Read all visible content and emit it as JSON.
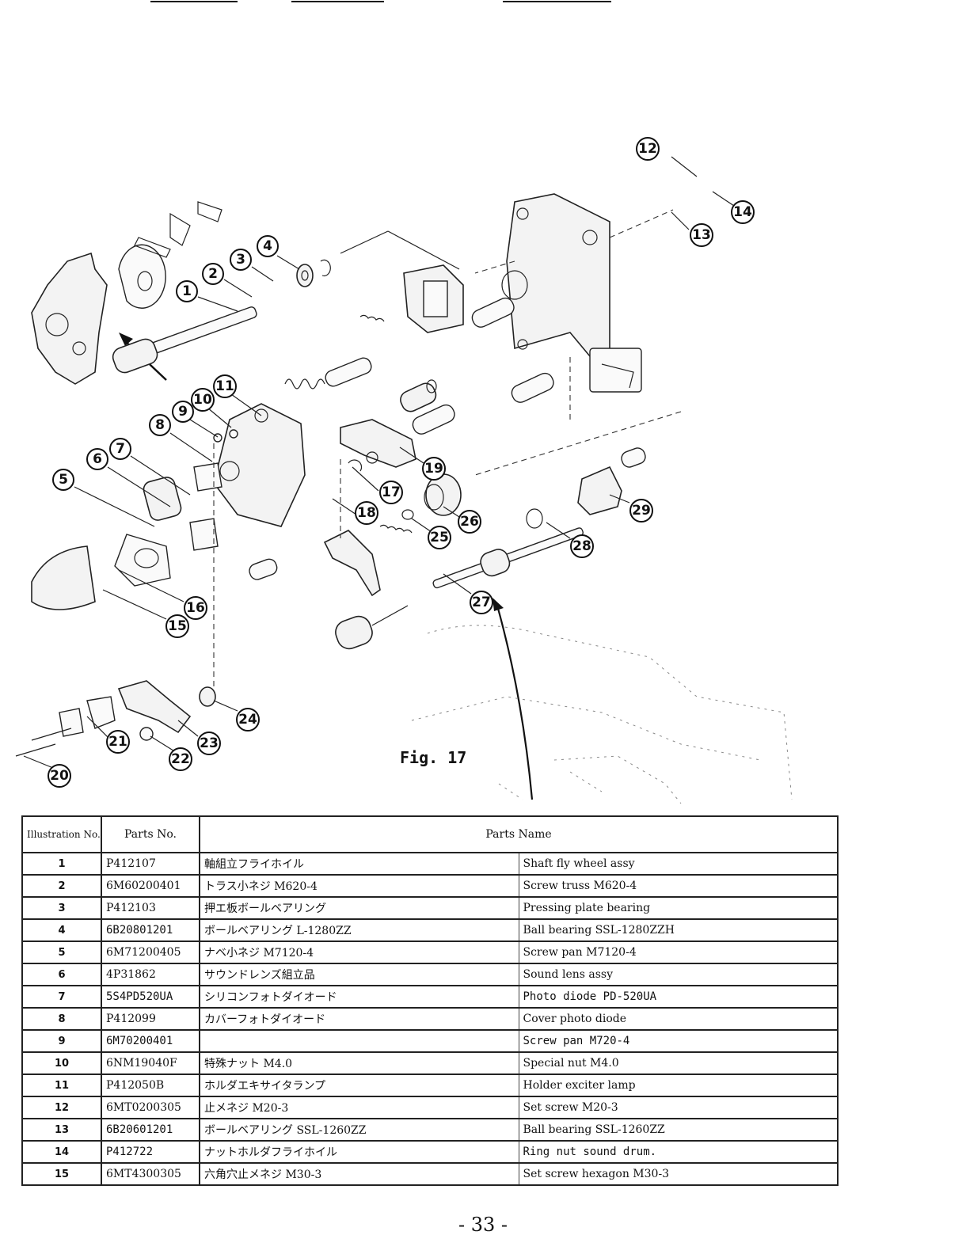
{
  "figure": {
    "caption": "Fig. 17",
    "callouts": [
      {
        "n": "1"
      },
      {
        "n": "2"
      },
      {
        "n": "3"
      },
      {
        "n": "4"
      },
      {
        "n": "5"
      },
      {
        "n": "6"
      },
      {
        "n": "7"
      },
      {
        "n": "8"
      },
      {
        "n": "9"
      },
      {
        "n": "10"
      },
      {
        "n": "11"
      },
      {
        "n": "12"
      },
      {
        "n": "13"
      },
      {
        "n": "14"
      },
      {
        "n": "15"
      },
      {
        "n": "16"
      },
      {
        "n": "17"
      },
      {
        "n": "18"
      },
      {
        "n": "19"
      },
      {
        "n": "20"
      },
      {
        "n": "21"
      },
      {
        "n": "22"
      },
      {
        "n": "23"
      },
      {
        "n": "24"
      },
      {
        "n": "25"
      },
      {
        "n": "26"
      },
      {
        "n": "27"
      },
      {
        "n": "28"
      },
      {
        "n": "29"
      }
    ]
  },
  "table": {
    "headers": {
      "illustration_no": "Illustration No.",
      "parts_no": "Parts No.",
      "parts_name": "Parts Name"
    },
    "rows": [
      {
        "ill": "1",
        "part_no": "P412107",
        "name_ja": "軸組立フライホイル",
        "name_en": "Shaft fly wheel assy"
      },
      {
        "ill": "2",
        "part_no": "6M60200401",
        "name_ja": "トラス小ネジ M620-4",
        "name_en": "Screw truss M620-4"
      },
      {
        "ill": "3",
        "part_no": "P412103",
        "name_ja": "押エ板ボールベアリング",
        "name_en": "Pressing plate bearing"
      },
      {
        "ill": "4",
        "part_no": "6B20801201",
        "name_ja": "ボールベアリング L-1280ZZ",
        "name_en": "Ball bearing SSL-1280ZZH"
      },
      {
        "ill": "5",
        "part_no": "6M71200405",
        "name_ja": "ナベ小ネジ M7120-4",
        "name_en": "Screw pan M7120-4"
      },
      {
        "ill": "6",
        "part_no": "4P31862",
        "name_ja": "サウンドレンズ組立品",
        "name_en": "Sound lens assy"
      },
      {
        "ill": "7",
        "part_no": "5S4PD520UA",
        "name_ja": "シリコンフォトダイオード",
        "name_en": "Photo diode PD-520UA"
      },
      {
        "ill": "8",
        "part_no": "P412099",
        "name_ja": "カバーフォトダイオード",
        "name_en": "Cover photo diode"
      },
      {
        "ill": "9",
        "part_no": "6M70200401",
        "name_ja": "",
        "name_en": "Screw pan M720-4"
      },
      {
        "ill": "10",
        "part_no": "6NM19040F",
        "name_ja": "特殊ナット M4.0",
        "name_en": "Special nut M4.0"
      },
      {
        "ill": "11",
        "part_no": "P412050B",
        "name_ja": "ホルダエキサイタランプ",
        "name_en": "Holder exciter lamp"
      },
      {
        "ill": "12",
        "part_no": "6MT0200305",
        "name_ja": "止メネジ M20-3",
        "name_en": "Set screw M20-3"
      },
      {
        "ill": "13",
        "part_no": "6B20601201",
        "name_ja": "ボールベアリング SSL-1260ZZ",
        "name_en": "Ball bearing SSL-1260ZZ"
      },
      {
        "ill": "14",
        "part_no": "P412722",
        "name_ja": "ナットホルダフライホイル",
        "name_en": "Ring nut sound drum."
      },
      {
        "ill": "15",
        "part_no": "6MT4300305",
        "name_ja": "六角穴止メネジ M30-3",
        "name_en": "Set screw hexagon M30-3"
      }
    ]
  },
  "page_number": "- 33 -"
}
